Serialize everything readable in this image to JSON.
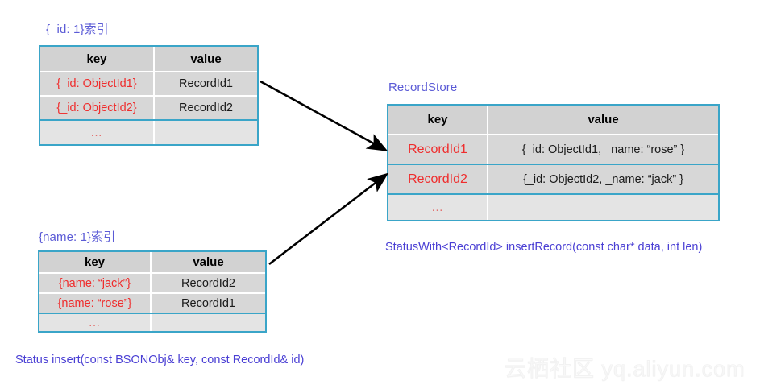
{
  "diagram": {
    "title_labels": {
      "id_index": "{_id: 1}索引",
      "name_index": "{name: 1}索引",
      "record_store": "RecordStore"
    },
    "signatures": {
      "insert_record": "StatusWith<RecordId> insertRecord(const char* data, int len)",
      "insert": "Status insert(const BSONObj& key, const RecordId& id)"
    },
    "watermark": "云栖社区 yq.aliyun.com",
    "colors": {
      "label_purple": "#5b5bd6",
      "signature_purple": "#4a3fd4",
      "border_teal": "#3aa5c8",
      "key_red": "#ef2d2d",
      "header_gray": "#d2d2d2",
      "row_gray": "#d7d7d7",
      "ellipsis_gray": "#e4e4e4",
      "arrow_black": "#000000"
    },
    "ellipsis": "…"
  },
  "id_index_table": {
    "headers": [
      "key",
      "value"
    ],
    "rows": [
      {
        "key": "{_id: ObjectId1}",
        "value": "RecordId1"
      },
      {
        "key": "{_id: ObjectId2}",
        "value": "RecordId2"
      }
    ],
    "ellipsis_row": {
      "key": "…",
      "value": ""
    }
  },
  "name_index_table": {
    "headers": [
      "key",
      "value"
    ],
    "rows": [
      {
        "key": "{name: “jack”}",
        "value": "RecordId2"
      },
      {
        "key": "{name: “rose”}",
        "value": "RecordId1"
      }
    ],
    "ellipsis_row": {
      "key": "…",
      "value": ""
    }
  },
  "record_store_table": {
    "headers": [
      "key",
      "value"
    ],
    "rows": [
      {
        "key": "RecordId1",
        "value": "{_id: ObjectId1, _name: “rose” }"
      },
      {
        "key": "RecordId2",
        "value": "{_id: ObjectId2, _name: “jack” }"
      }
    ],
    "ellipsis_row": {
      "key": "…",
      "value": ""
    }
  }
}
